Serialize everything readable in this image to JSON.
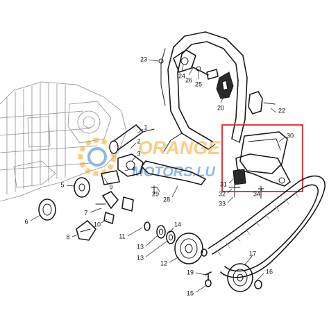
{
  "colors": {
    "line": "#1a1a1a",
    "highlight_box": "#e0262b",
    "watermark_orange": "#f5a623",
    "watermark_blue": "#2f7fd0"
  },
  "watermark": {
    "text_top": "ORANGE",
    "text_bottom": "MOTORS.LU"
  },
  "callouts": [
    {
      "id": "1",
      "label": "1"
    },
    {
      "id": "2",
      "label": "2"
    },
    {
      "id": "3",
      "label": "3"
    },
    {
      "id": "4",
      "label": "4"
    },
    {
      "id": "5",
      "label": "5"
    },
    {
      "id": "6",
      "label": "6"
    },
    {
      "id": "7",
      "label": "7"
    },
    {
      "id": "8",
      "label": "8"
    },
    {
      "id": "9",
      "label": "9"
    },
    {
      "id": "10",
      "label": "10"
    },
    {
      "id": "11",
      "label": "11"
    },
    {
      "id": "12",
      "label": "12"
    },
    {
      "id": "13",
      "label": "13"
    },
    {
      "id": "13b",
      "label": "13"
    },
    {
      "id": "14",
      "label": "14"
    },
    {
      "id": "15",
      "label": "15"
    },
    {
      "id": "16",
      "label": "16"
    },
    {
      "id": "17",
      "label": "17"
    },
    {
      "id": "19",
      "label": "19"
    },
    {
      "id": "20",
      "label": "20"
    },
    {
      "id": "22",
      "label": "22"
    },
    {
      "id": "23",
      "label": "23"
    },
    {
      "id": "24",
      "label": "24"
    },
    {
      "id": "25",
      "label": "25"
    },
    {
      "id": "26",
      "label": "26"
    },
    {
      "id": "28",
      "label": "28"
    },
    {
      "id": "29",
      "label": "29"
    },
    {
      "id": "30",
      "label": "30"
    },
    {
      "id": "31",
      "label": "31"
    },
    {
      "id": "32",
      "label": "32"
    },
    {
      "id": "33",
      "label": "33"
    },
    {
      "id": "34",
      "label": "34"
    }
  ]
}
